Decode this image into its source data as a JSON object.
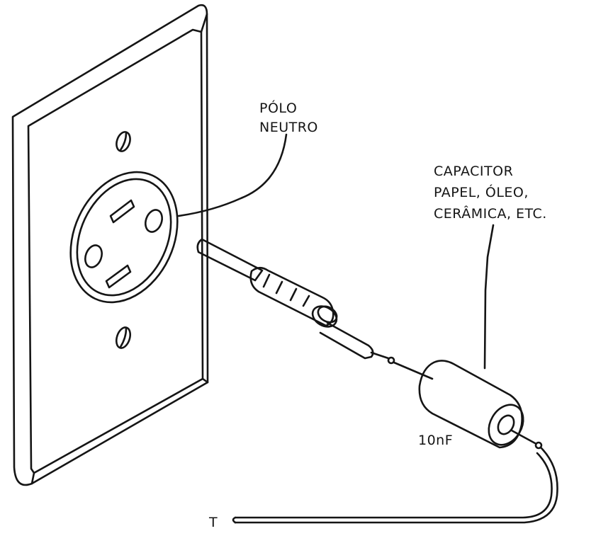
{
  "labels": {
    "polo_line1": "PÓLO",
    "polo_line2": "NEUTRO",
    "capacitor_line1": "CAPACITOR",
    "capacitor_line2": "PAPEL, ÓLEO,",
    "capacitor_line3": "CERÂMICA, ETC.",
    "capacitance": "10nF",
    "terminal": "T"
  },
  "colors": {
    "ink": "#151515",
    "paper": "#ffffff"
  }
}
